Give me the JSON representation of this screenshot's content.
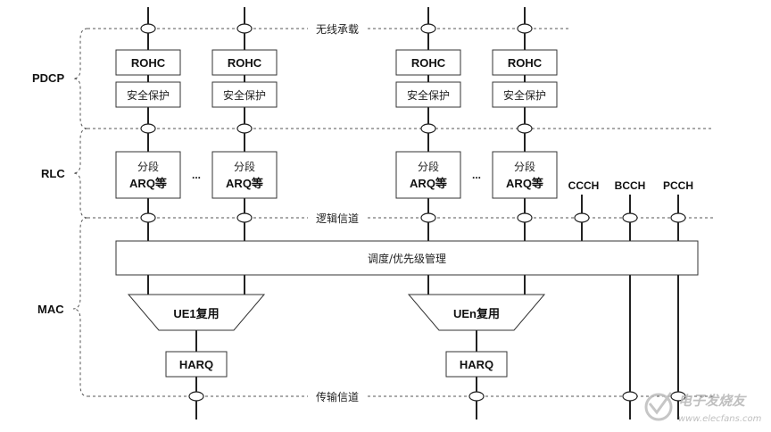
{
  "layers": {
    "pdcp": "PDCP",
    "rlc": "RLC",
    "mac": "MAC"
  },
  "channels": {
    "radio_bearer": "无线承载",
    "logical": "逻辑信道",
    "transport": "传输信道"
  },
  "pdcp_block": {
    "rohc": "ROHC",
    "security": "安全保护"
  },
  "rlc_block": {
    "line1": "分段",
    "line2": "ARQ等"
  },
  "ellipsis": "...",
  "common_channels": [
    "CCCH",
    "BCCH",
    "PCCH"
  ],
  "mac": {
    "scheduler": "调度/优先级管理",
    "mux_ue1": "UE1复用",
    "mux_uen": "UEn复用",
    "harq": "HARQ"
  },
  "watermark": {
    "cn": "电子发烧友",
    "url": "www.elecfans.com"
  },
  "colors": {
    "line": "#222222",
    "box_border": "#333333",
    "box_fill": "#ffffff",
    "dashed": "#555555",
    "watermark": "#b5b5b5"
  }
}
